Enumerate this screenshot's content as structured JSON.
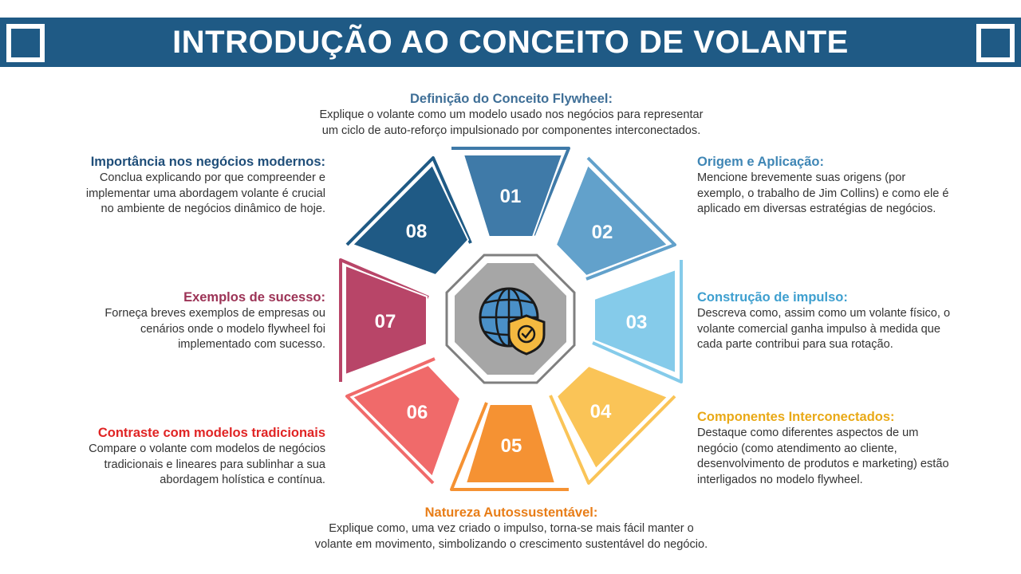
{
  "title": "INTRODUÇÃO AO CONCEITO DE VOLANTE",
  "colors": {
    "header_bg": "#1f5a85",
    "s01": "#3f7aa8",
    "s02": "#62a1cb",
    "s03": "#85cbea",
    "s04": "#fac457",
    "s05": "#f59233",
    "s06": "#f06a6a",
    "s07": "#b84568",
    "s08": "#1f5a85",
    "center": "#a6a6a6"
  },
  "center_icon": "globe-shield-icon",
  "segments": [
    {
      "num": "01",
      "heading": "Definição do Conceito Flywheel:",
      "text": "Explique o volante como um modelo usado nos negócios para representar um ciclo de auto-reforço impulsionado por componentes interconectados."
    },
    {
      "num": "02",
      "heading": "Origem e Aplicação:",
      "text": "Mencione brevemente suas origens (por exemplo, o trabalho de Jim Collins) e como ele é aplicado em diversas estratégias de negócios."
    },
    {
      "num": "03",
      "heading": "Construção de impulso:",
      "text": "Descreva como, assim como um volante físico, o volante comercial ganha impulso à medida que cada parte contribui para sua rotação."
    },
    {
      "num": "04",
      "heading": "Componentes Interconectados:",
      "text": "Destaque como diferentes aspectos de um negócio (como atendimento ao cliente, desenvolvimento de produtos e marketing) estão interligados no modelo flywheel."
    },
    {
      "num": "05",
      "heading": "Natureza Autossustentável:",
      "text": "Explique como, uma vez criado o impulso, torna-se mais fácil manter o volante em movimento, simbolizando o crescimento sustentável do negócio."
    },
    {
      "num": "06",
      "heading": "Contraste com modelos tradicionais",
      "text": "Compare o volante com modelos de negócios tradicionais e lineares para sublinhar a sua abordagem holística e contínua."
    },
    {
      "num": "07",
      "heading": "Exemplos de sucesso:",
      "text": "Forneça breves exemplos de empresas ou cenários onde o modelo flywheel foi implementado com sucesso."
    },
    {
      "num": "08",
      "heading": "Importância nos negócios modernos:",
      "text": "Conclua explicando por que compreender e implementar uma abordagem volante é crucial no ambiente de negócios dinâmico de hoje."
    }
  ]
}
